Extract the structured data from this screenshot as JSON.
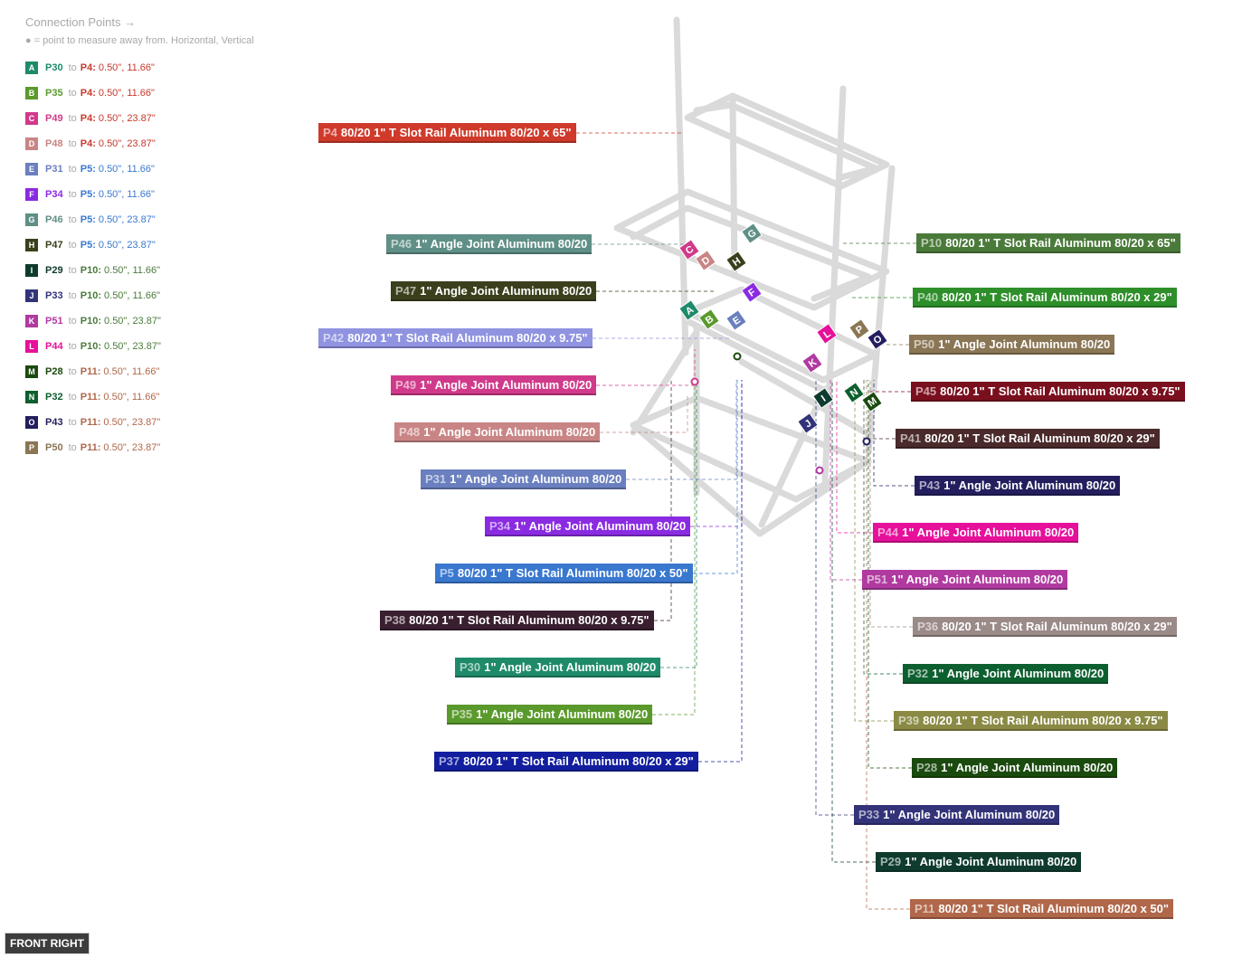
{
  "connection_panel": {
    "title": "Connection Points →",
    "note": "● = point to measure away from. Horizontal, Vertical",
    "to_word": "to",
    "rows": [
      {
        "letter": "A",
        "color": "#1f8a6a",
        "from": "P30",
        "to": "P4:",
        "to_color": "#c9372c",
        "value": "0.50\", 11.66\""
      },
      {
        "letter": "B",
        "color": "#5a9a2c",
        "from": "P35",
        "to": "P4:",
        "to_color": "#c9372c",
        "value": "0.50\", 11.66\""
      },
      {
        "letter": "C",
        "color": "#d13a8a",
        "from": "P49",
        "to": "P4:",
        "to_color": "#c9372c",
        "value": "0.50\", 23.87\""
      },
      {
        "letter": "D",
        "color": "#c98585",
        "from": "P48",
        "to": "P4:",
        "to_color": "#c9372c",
        "value": "0.50\", 23.87\""
      },
      {
        "letter": "E",
        "color": "#6a7fbf",
        "from": "P31",
        "to": "P5:",
        "to_color": "#3a78d0",
        "value": "0.50\", 11.66\""
      },
      {
        "letter": "F",
        "color": "#8a2be2",
        "from": "P34",
        "to": "P5:",
        "to_color": "#3a78d0",
        "value": "0.50\", 11.66\""
      },
      {
        "letter": "G",
        "color": "#5f8f86",
        "from": "P46",
        "to": "P5:",
        "to_color": "#3a78d0",
        "value": "0.50\", 23.87\""
      },
      {
        "letter": "H",
        "color": "#3b3f1c",
        "from": "P47",
        "to": "P5:",
        "to_color": "#3a78d0",
        "value": "0.50\", 23.87\""
      },
      {
        "letter": "I",
        "color": "#0f3b2e",
        "from": "P29",
        "to": "P10:",
        "to_color": "#4a7a3a",
        "value": "0.50\", 11.66\""
      },
      {
        "letter": "J",
        "color": "#33337a",
        "from": "P33",
        "to": "P10:",
        "to_color": "#4a7a3a",
        "value": "0.50\", 11.66\""
      },
      {
        "letter": "K",
        "color": "#b03aa0",
        "from": "P51",
        "to": "P10:",
        "to_color": "#4a7a3a",
        "value": "0.50\", 23.87\""
      },
      {
        "letter": "L",
        "color": "#e6109a",
        "from": "P44",
        "to": "P10:",
        "to_color": "#4a7a3a",
        "value": "0.50\", 23.87\""
      },
      {
        "letter": "M",
        "color": "#1b4a0f",
        "from": "P28",
        "to": "P11:",
        "to_color": "#b0674a",
        "value": "0.50\", 11.66\""
      },
      {
        "letter": "N",
        "color": "#0d5f2f",
        "from": "P32",
        "to": "P11:",
        "to_color": "#b0674a",
        "value": "0.50\", 11.66\""
      },
      {
        "letter": "O",
        "color": "#231f5e",
        "from": "P43",
        "to": "P11:",
        "to_color": "#b0674a",
        "value": "0.50\", 23.87\""
      },
      {
        "letter": "P",
        "color": "#8a7655",
        "from": "P50",
        "to": "P11:",
        "to_color": "#b0674a",
        "value": "0.50\", 23.87\""
      }
    ]
  },
  "part_labels": [
    {
      "id": "P4",
      "text": "80/20 1\" T Slot Rail Aluminum 80/20 x 65\"",
      "color": "#cf3a2b",
      "side": "left"
    },
    {
      "id": "P46",
      "text": "1\" Angle Joint Aluminum 80/20",
      "color": "#5f8f86",
      "side": "left"
    },
    {
      "id": "P47",
      "text": "1\" Angle Joint Aluminum 80/20",
      "color": "#3b3f1c",
      "side": "left"
    },
    {
      "id": "P42",
      "text": "80/20 1\" T Slot Rail Aluminum 80/20 x 9.75\"",
      "color": "#8f93e0",
      "side": "left"
    },
    {
      "id": "P49",
      "text": "1\" Angle Joint Aluminum 80/20",
      "color": "#d13a8a",
      "side": "left"
    },
    {
      "id": "P48",
      "text": "1\" Angle Joint Aluminum 80/20",
      "color": "#c98585",
      "side": "left"
    },
    {
      "id": "P31",
      "text": "1\" Angle Joint Aluminum 80/20",
      "color": "#6a7fbf",
      "side": "left"
    },
    {
      "id": "P34",
      "text": "1\" Angle Joint Aluminum 80/20",
      "color": "#8a2be2",
      "side": "left"
    },
    {
      "id": "P5",
      "text": "80/20 1\" T Slot Rail Aluminum 80/20 x 50\"",
      "color": "#3a78d0",
      "side": "left"
    },
    {
      "id": "P38",
      "text": "80/20 1\" T Slot Rail Aluminum 80/20 x 9.75\"",
      "color": "#3a1f30",
      "side": "left"
    },
    {
      "id": "P30",
      "text": "1\" Angle Joint Aluminum 80/20",
      "color": "#1f8a6a",
      "side": "left"
    },
    {
      "id": "P35",
      "text": "1\" Angle Joint Aluminum 80/20",
      "color": "#5a9a2c",
      "side": "left"
    },
    {
      "id": "P37",
      "text": "80/20 1\" T Slot Rail Aluminum 80/20 x 29\"",
      "color": "#121e9e",
      "side": "left"
    },
    {
      "id": "P10",
      "text": "80/20 1\" T Slot Rail Aluminum 80/20 x 65\"",
      "color": "#4a7a3a",
      "side": "right"
    },
    {
      "id": "P40",
      "text": "80/20 1\" T Slot Rail Aluminum 80/20 x 29\"",
      "color": "#2e8f2a",
      "side": "right"
    },
    {
      "id": "P50",
      "text": "1\" Angle Joint Aluminum 80/20",
      "color": "#8a7655",
      "side": "right"
    },
    {
      "id": "P45",
      "text": "80/20 1\" T Slot Rail Aluminum 80/20 x 9.75\"",
      "color": "#7a0f1e",
      "side": "right"
    },
    {
      "id": "P41",
      "text": "80/20 1\" T Slot Rail Aluminum 80/20 x 29\"",
      "color": "#4a2a2a",
      "side": "right"
    },
    {
      "id": "P43",
      "text": "1\" Angle Joint Aluminum 80/20",
      "color": "#231f5e",
      "side": "right"
    },
    {
      "id": "P44",
      "text": "1\" Angle Joint Aluminum 80/20",
      "color": "#e6109a",
      "side": "right"
    },
    {
      "id": "P51",
      "text": "1\" Angle Joint Aluminum 80/20",
      "color": "#b03aa0",
      "side": "right"
    },
    {
      "id": "P36",
      "text": "80/20 1\" T Slot Rail Aluminum 80/20 x 29\"",
      "color": "#9a8a88",
      "side": "right"
    },
    {
      "id": "P32",
      "text": "1\" Angle Joint Aluminum 80/20",
      "color": "#0d5f2f",
      "side": "right"
    },
    {
      "id": "P39",
      "text": "80/20 1\" T Slot Rail Aluminum 80/20 x 9.75\"",
      "color": "#8a8a45",
      "side": "right"
    },
    {
      "id": "P28",
      "text": "1\" Angle Joint Aluminum 80/20",
      "color": "#1b4a0f",
      "side": "right"
    },
    {
      "id": "P33",
      "text": "1\" Angle Joint Aluminum 80/20",
      "color": "#33337a",
      "side": "right"
    },
    {
      "id": "P29",
      "text": "1\" Angle Joint Aluminum 80/20",
      "color": "#0f3b2e",
      "side": "right"
    },
    {
      "id": "P11",
      "text": "80/20 1\" T Slot Rail Aluminum 80/20 x 50\"",
      "color": "#b0674a",
      "side": "right"
    }
  ],
  "connector_tags": [
    {
      "letter": "A",
      "color": "#1f8a6a"
    },
    {
      "letter": "B",
      "color": "#5a9a2c"
    },
    {
      "letter": "C",
      "color": "#d13a8a"
    },
    {
      "letter": "D",
      "color": "#c98585"
    },
    {
      "letter": "E",
      "color": "#6a7fbf"
    },
    {
      "letter": "F",
      "color": "#8a2be2"
    },
    {
      "letter": "G",
      "color": "#5f8f86"
    },
    {
      "letter": "H",
      "color": "#3b3f1c"
    },
    {
      "letter": "I",
      "color": "#0f3b2e"
    },
    {
      "letter": "J",
      "color": "#33337a"
    },
    {
      "letter": "K",
      "color": "#b03aa0"
    },
    {
      "letter": "L",
      "color": "#e6109a"
    },
    {
      "letter": "M",
      "color": "#1b4a0f"
    },
    {
      "letter": "N",
      "color": "#0d5f2f"
    },
    {
      "letter": "O",
      "color": "#231f5e"
    },
    {
      "letter": "P",
      "color": "#8a7655"
    }
  ],
  "view_badge": "FRONT RIGHT"
}
